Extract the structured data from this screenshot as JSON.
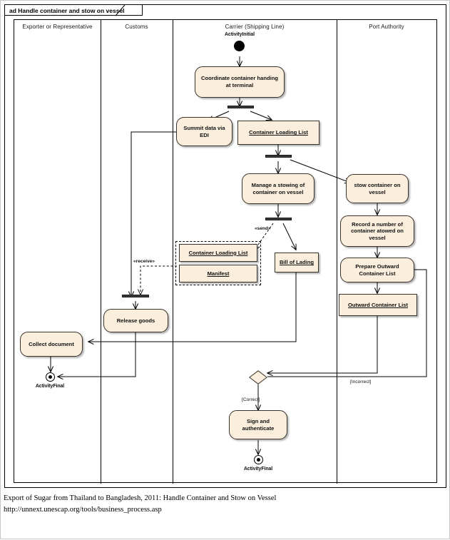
{
  "diagram": {
    "title": "ad Handle container and stow on vessel",
    "type": "uml-activity-diagram",
    "colors": {
      "node_fill": "#fbeedd",
      "node_border": "#3a332b",
      "frame_border": "#000000",
      "bar_fill": "#3a3a3a",
      "page_background": "#ffffff"
    }
  },
  "lanes": [
    {
      "id": "exporter",
      "label": "Exporter or Representative"
    },
    {
      "id": "customs",
      "label": "Customs"
    },
    {
      "id": "carrier",
      "label": "Carrier (Shipping Line)"
    },
    {
      "id": "port",
      "label": "Port Authority"
    }
  ],
  "nodes": {
    "activity_initial_label": "ActivityInitial",
    "coordinate": "Coordinate container handing at terminal",
    "summit": "Summit data via EDI",
    "container_loading_list": "Container Loading List",
    "manage_stowing": "Manage a stowing of container on vessel",
    "stow_container": "stow container on vessel",
    "record_number": "Record a number of container atowed on vessel",
    "prepare_outward": "Prepare Outward Container List",
    "outward_container_list": "Outward Container List",
    "container_loading_list_copy": "Container Loading List",
    "manifest": "Manifest",
    "bill_of_lading": "Bill of Lading",
    "release_goods": "Release goods",
    "collect_document": "Collect document",
    "sign_authenticate": "Sign and authenticate",
    "activity_final_left_label": "ActivityFinal",
    "activity_final_bottom_label": "ActivityFinal"
  },
  "edge_labels": {
    "send": "«send»",
    "receive": "«receive»",
    "correct": "[Correct]",
    "incorrect": "[Incorrect]"
  },
  "footer": {
    "line1": "Export of Sugar from Thailand to Bangladesh, 2011: Handle Container and Stow on Vessel",
    "line2": "http://unnext.unescap.org/tools/business_process.asp"
  }
}
